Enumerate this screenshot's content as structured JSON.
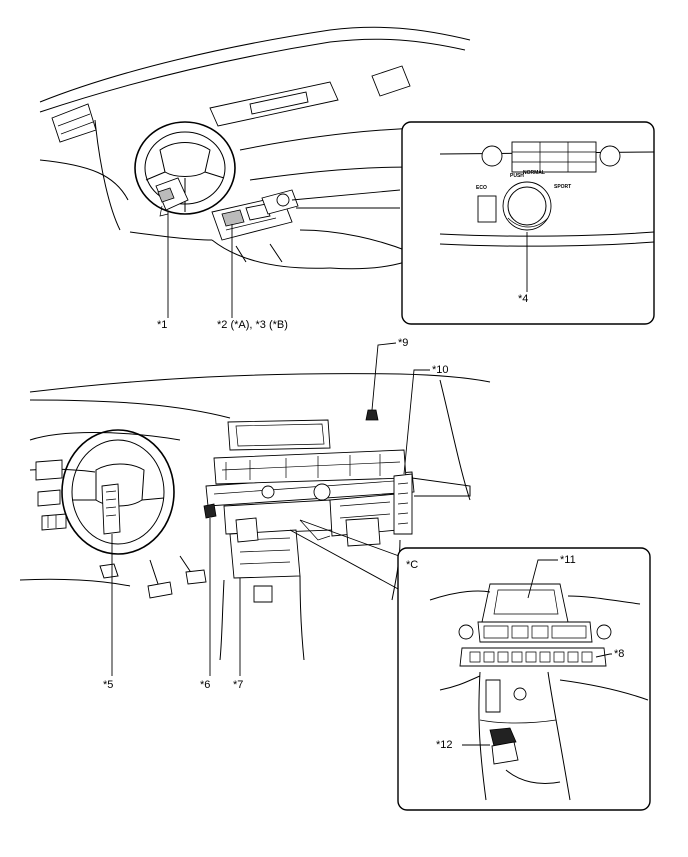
{
  "callouts": {
    "c1": "*1",
    "c2_3": "*2 (*A), *3 (*B)",
    "c4": "*4",
    "c5": "*5",
    "c6": "*6",
    "c7": "*7",
    "c8": "*8",
    "c9": "*9",
    "c10": "*10",
    "c11": "*11",
    "c12": "*12",
    "cC": "*C"
  },
  "dial_labels": {
    "eco": "ECO",
    "normal": "NORMAL",
    "sport": "SPORT",
    "push": "PUSH"
  }
}
